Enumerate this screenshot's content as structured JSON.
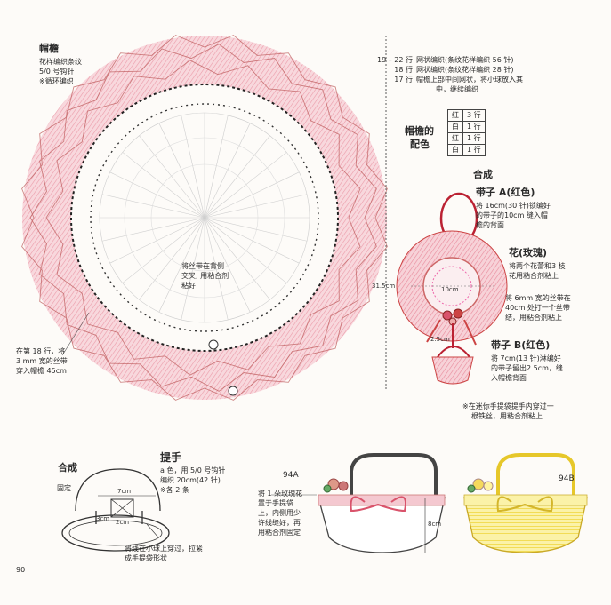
{
  "brim": {
    "title": "帽檐",
    "lines": [
      "花样编织条纹",
      "5/0 号钩针",
      "※循环编织"
    ]
  },
  "rows_legend": [
    {
      "rows": "19 – 22 行",
      "desc": "网状编织(条纹花样编织 56 针)"
    },
    {
      "rows": "18 行",
      "desc": "网状编织(条纹花样编织 28 针)"
    },
    {
      "rows": "17 行",
      "desc": "帽檐上部中间网状，将小球放入其"
    },
    {
      "rows": "",
      "desc": "中，继续编织"
    }
  ],
  "config": {
    "title_line1": "帽檐的",
    "title_line2": "配色",
    "rows": [
      {
        "color": "红",
        "count": "3 行"
      },
      {
        "color": "白",
        "count": "1 行"
      },
      {
        "color": "红",
        "count": "1 行"
      },
      {
        "color": "白",
        "count": "1 行"
      }
    ]
  },
  "chart_center_note": [
    "将丝带在背侧",
    "交叉, 用粘合剂",
    "粘好"
  ],
  "left_note": [
    "在第 18 行，将",
    "3 mm 宽的丝带",
    "穿入帽檐 45cm"
  ],
  "dim_31_5": "31.5cm",
  "dim_10": "10cm",
  "dim_2_5": "2.5cm",
  "assembly": {
    "title": "合成",
    "strap_a_title": "带子 A(红色)",
    "strap_a_lines": [
      "将 16cm(30 针)锁编好",
      "的带子的10cm 缝入帽",
      "檐的背面"
    ],
    "flower_title": "花(玫瑰)",
    "flower_lines": [
      "将两个花蕾和3 枝",
      "花用粘合剂粘上"
    ],
    "ribbon_lines": [
      "将 6mm 宽的丝带在",
      "40cm 处打一个丝带",
      "结，用粘合剂粘上"
    ],
    "strap_b_title": "带子 B(红色)",
    "strap_b_lines": [
      "将 7cm(13 针)淋编好",
      "的带子留出2.5cm，缝",
      "入帽檐背面"
    ],
    "note_lines": [
      "※在迷你手提袋提手内穿过一",
      "根铁丝，用粘合剂粘上"
    ]
  },
  "handle": {
    "title": "提手",
    "lines": [
      "a 色，用 5/0 号钩针",
      "编织 20cm(42 针)",
      "※各 2 条"
    ]
  },
  "assembly2": {
    "title": "合成",
    "fix_label": "固定",
    "dim_7": "7cm",
    "dim_2": "2cm",
    "dim_3": "3cm",
    "note_lines": [
      "将线在小球上穿过，拉紧",
      "成手提袋形状"
    ]
  },
  "bag_a": {
    "label": "94A",
    "lines": [
      "将 1 朵玫瑰花",
      "置于手提袋",
      "上，内侧用少",
      "许线缝好，再",
      "用粘合剂固定"
    ],
    "dim_8": "8cm"
  },
  "bag_b": {
    "label": "94B"
  },
  "page_number": "90",
  "colors": {
    "pink": "#f2b5c0",
    "red": "#d9536b",
    "yellow": "#f4e04a",
    "stitch": "#222222"
  }
}
